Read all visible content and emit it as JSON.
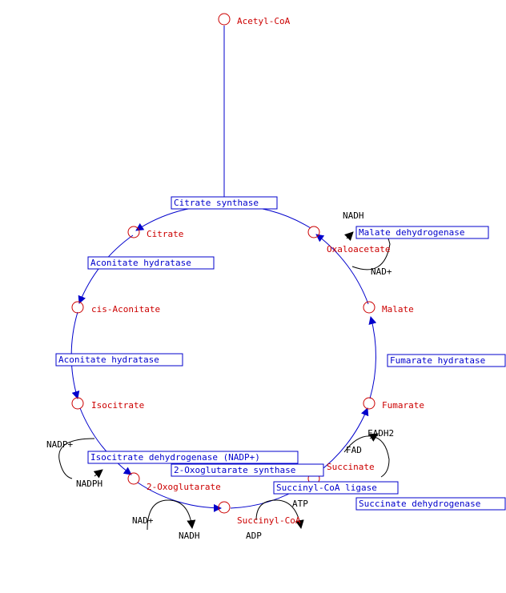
{
  "pathway": {
    "metabolites": {
      "acetyl_coa": "Acetyl-CoA",
      "citrate": "Citrate",
      "cis_aconitate": "cis-Aconitate",
      "isocitrate": "Isocitrate",
      "oxoglutarate": "2-Oxoglutarate",
      "succinyl_coa": "Succinyl-CoA",
      "succinate": "Succinate",
      "fumarate": "Fumarate",
      "malate": "Malate",
      "oxaloacetate": "Oxaloacetate"
    },
    "enzymes": {
      "citrate_synthase": "Citrate synthase",
      "aconitate_hydratase_1": "Aconitate hydratase",
      "aconitate_hydratase_2": "Aconitate hydratase",
      "isocitrate_dehydrogenase": "Isocitrate dehydrogenase (NADP+)",
      "oxoglutarate_synthase": "2-Oxoglutarate synthase",
      "succinyl_coa_ligase": "Succinyl-CoA ligase",
      "succinate_dehydrogenase": "Succinate dehydrogenase",
      "fumarate_hydratase": "Fumarate hydratase",
      "malate_dehydrogenase": "Malate dehydrogenase"
    },
    "cofactors": {
      "nadp_plus": "NADP+",
      "nadph": "NADPH",
      "nad_plus_oxo": "NAD+",
      "nadh_oxo": "NADH",
      "atp": "ATP",
      "adp": "ADP",
      "fad": "FAD",
      "fadh2": "FADH2",
      "nadh_mal": "NADH",
      "nad_plus_mal": "NAD+"
    }
  },
  "colors": {
    "metabolite": "#cc0000",
    "enzyme": "#0000cc",
    "flux": "#0000cc",
    "cofactor": "#000000"
  }
}
